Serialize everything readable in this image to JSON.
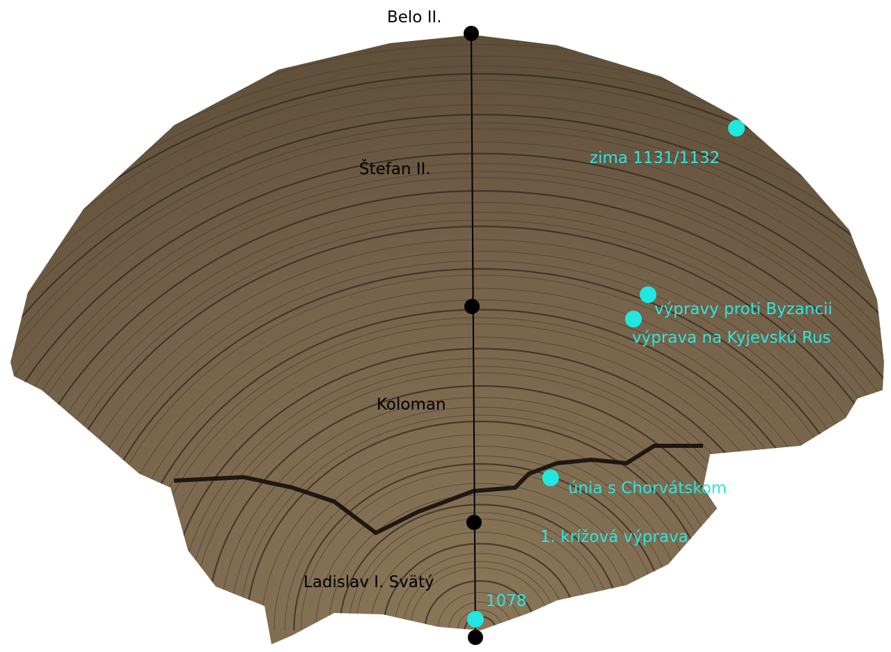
{
  "colors": {
    "wood": "#6e5c45",
    "ring": "#3a2e22",
    "event": "#20e8e0",
    "marker": "#000000"
  },
  "rulers": [
    {
      "label": "Belo II."
    },
    {
      "label": "Štefan II."
    },
    {
      "label": "Koloman"
    },
    {
      "label": "Ladislav I. Svätý"
    }
  ],
  "events": [
    {
      "label": "zima 1131/1132"
    },
    {
      "label": "výpravy proti Byzancii"
    },
    {
      "label": "výprava na Kyjevskú Rus"
    },
    {
      "label": "únia s Chorvátskom"
    },
    {
      "label": "1. krížová výprava"
    },
    {
      "label": "1078"
    }
  ]
}
